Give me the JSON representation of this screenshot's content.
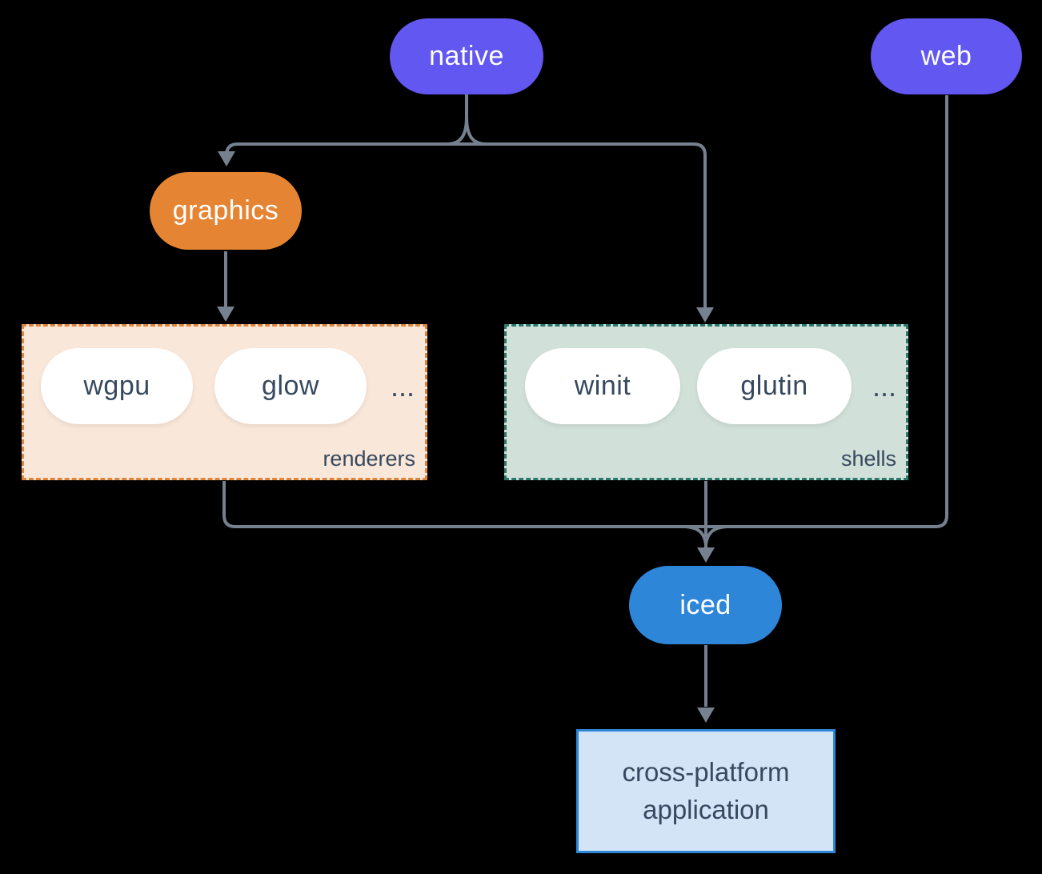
{
  "diagram": {
    "nodes": {
      "native": {
        "label": "native"
      },
      "web": {
        "label": "web"
      },
      "graphics": {
        "label": "graphics"
      },
      "iced": {
        "label": "iced"
      },
      "app": {
        "line1": "cross-platform",
        "line2": "application"
      }
    },
    "groups": {
      "renderers": {
        "label": "renderers",
        "items": [
          "wgpu",
          "glow"
        ],
        "ellipsis": "..."
      },
      "shells": {
        "label": "shells",
        "items": [
          "winit",
          "glutin"
        ],
        "ellipsis": "..."
      }
    },
    "colors": {
      "node_purple": "#6257f0",
      "node_orange": "#e58432",
      "node_blue": "#2e86d8",
      "renderers_fill": "#f9e7d9",
      "renderers_border": "#e0853c",
      "shells_fill": "#d2e0da",
      "shells_border": "#2a7a6d",
      "app_fill": "#d4e4f7",
      "app_border": "#2e86d8",
      "connector_line": "#76818f",
      "text_dark": "#36495e",
      "pill_text": "#ffffff",
      "background": "#000000"
    }
  }
}
